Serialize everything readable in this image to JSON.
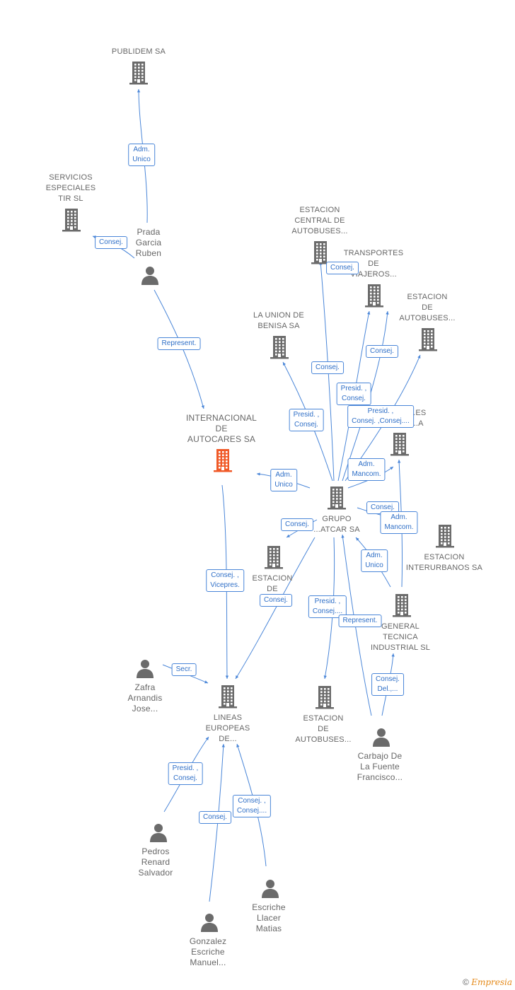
{
  "colors": {
    "edge": "#4a86d8",
    "company": "#6b6b6b",
    "main_company": "#f05a28",
    "person": "#6b6b6b"
  },
  "nodes": {
    "publidem": {
      "type": "company",
      "lines": [
        "PUBLIDEM SA"
      ]
    },
    "servicios": {
      "type": "company",
      "lines": [
        "SERVICIOS",
        "ESPECIALES",
        "TIR SL"
      ]
    },
    "prada": {
      "type": "person",
      "lines": [
        "Prada",
        "Garcia",
        "Ruben"
      ]
    },
    "internacional": {
      "type": "main",
      "lines": [
        "INTERNACIONAL",
        "DE",
        "AUTOCARES SA"
      ]
    },
    "estacion_central": {
      "type": "company",
      "lines": [
        "ESTACION",
        "CENTRAL DE",
        "AUTOBUSES..."
      ]
    },
    "transportes": {
      "type": "company",
      "lines": [
        "TRANSPORTES",
        "DE",
        "VIAJEROS..."
      ]
    },
    "estacion_bus_top": {
      "type": "company",
      "lines": [
        "ESTACION",
        "DE",
        "AUTOBUSES..."
      ]
    },
    "union_benisa": {
      "type": "company",
      "lines": [
        "LA UNION DE",
        "BENISA SA"
      ]
    },
    "company_mid": {
      "type": "company",
      "lines": [
        "...ES",
        "...A"
      ]
    },
    "grupo": {
      "type": "company",
      "lines": [
        "GRUPO",
        "...ATCAR SA"
      ]
    },
    "estacion_interurbanos": {
      "type": "company",
      "lines": [
        "ESTACION",
        "INTERURBANOS SA"
      ]
    },
    "estacion_de_au": {
      "type": "company",
      "lines": [
        "ESTACION",
        "DE",
        "AU..."
      ]
    },
    "general_tecnica": {
      "type": "company",
      "lines": [
        "GENERAL",
        "TECNICA",
        "INDUSTRIAL SL"
      ]
    },
    "zafra": {
      "type": "person",
      "lines": [
        "Zafra",
        "Arnandis",
        "Jose..."
      ]
    },
    "lineas": {
      "type": "company",
      "lines": [
        "LINEAS",
        "EUROPEAS",
        "DE..."
      ]
    },
    "estacion_bus_bottom": {
      "type": "company",
      "lines": [
        "ESTACION",
        "DE",
        "AUTOBUSES..."
      ]
    },
    "carbajo": {
      "type": "person",
      "lines": [
        "Carbajo De",
        "La Fuente",
        "Francisco..."
      ]
    },
    "pedros": {
      "type": "person",
      "lines": [
        "Pedros",
        "Renard",
        "Salvador"
      ]
    },
    "escriche": {
      "type": "person",
      "lines": [
        "Escriche",
        "Llacer",
        "Matias"
      ]
    },
    "gonzalez": {
      "type": "person",
      "lines": [
        "Gonzalez",
        "Escriche",
        "Manuel..."
      ]
    }
  },
  "edge_labels": {
    "adm_unico_publidem": [
      "Adm.",
      "Unico"
    ],
    "consej_servicios": [
      "Consej."
    ],
    "represent_prada": [
      "Represent."
    ],
    "consej_est_central": [
      "Consej."
    ],
    "consej_union": [
      "Consej."
    ],
    "consej_transportes": [
      "Consej."
    ],
    "presid_consej_union": [
      "Presid. ,",
      "Consej."
    ],
    "presid_consej_transportes": [
      "Presid. ,",
      "Consej."
    ],
    "presid_consej_multi": [
      "Presid. ,",
      "Consej. ,Consej...."
    ],
    "adm_mancom_top": [
      "Adm.",
      "Mancom."
    ],
    "adm_unico_internacional": [
      "Adm.",
      "Unico"
    ],
    "consej_grupo_right": [
      "Consej."
    ],
    "adm_mancom_right": [
      "Adm.",
      "Mancom."
    ],
    "consej_estacion_de_au": [
      "Consej."
    ],
    "adm_unico_general": [
      "Adm.",
      "Unico"
    ],
    "consej_vicepres": [
      "Consej. ,",
      "Vicepres."
    ],
    "consej_lineas_mid": [
      "Consej."
    ],
    "presid_consej_bottom": [
      "Presid. ,",
      "Consej...."
    ],
    "represent_carbajo": [
      "Represent."
    ],
    "consej_del": [
      "Consej.",
      "Del.,..."
    ],
    "secr_zafra": [
      "Secr."
    ],
    "presid_consej_pedros": [
      "Presid. ,",
      "Consej."
    ],
    "consej_consej_escriche": [
      "Consej. ,",
      "Consej...."
    ],
    "consej_gonzalez": [
      "Consej."
    ]
  },
  "footer": {
    "copyright": "©",
    "brand": "Empresia"
  }
}
